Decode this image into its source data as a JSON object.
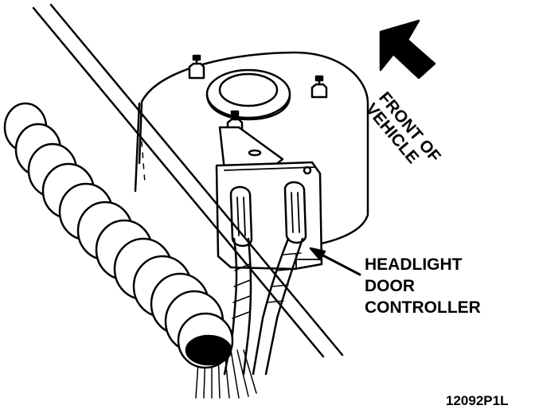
{
  "labels": {
    "component_line1": "HEADLIGHT",
    "component_line2": "DOOR",
    "component_line3": "CONTROLLER",
    "direction_line1": "FRONT OF",
    "direction_line2": "VEHICLE",
    "figure_id": "12092P1L"
  },
  "colors": {
    "ink": "#000000",
    "paper": "#ffffff"
  },
  "icons": {
    "direction": "arrow-up-left-icon"
  }
}
